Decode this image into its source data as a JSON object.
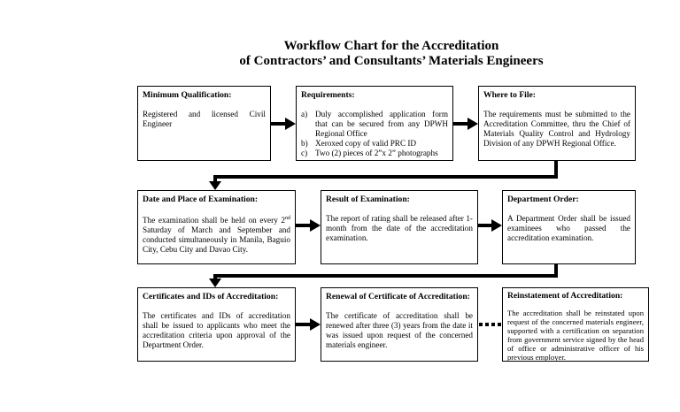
{
  "title": {
    "line1": "Workflow Chart for the Accreditation",
    "line2": "of Contractors’ and Consultants’  Materials Engineers"
  },
  "row1": {
    "min_qual": {
      "heading": "Minimum Qualification:",
      "body": "Registered and licensed Civil Engineer"
    },
    "requirements": {
      "heading": "Requirements:",
      "items": [
        {
          "letter": "a)",
          "text": "Duly accomplished application form that can be secured from any DPWH Regional Office"
        },
        {
          "letter": "b)",
          "text": "Xeroxed copy of valid PRC ID"
        },
        {
          "letter": "c)",
          "text": "Two (2) pieces of 2”x 2” photographs"
        }
      ]
    },
    "where_to_file": {
      "heading": "Where to File:",
      "body": "The requirements must be submitted to the Accreditation Committee, thru the Chief of Materials Quality Control and Hydrology Division of any DPWH Regional Office."
    }
  },
  "row2": {
    "exam": {
      "heading": "Date and Place of Examination:",
      "body_pre": "The examination shall be held on every 2",
      "body_sup": "nd",
      "body_post": " Saturday of March and September and conducted simultaneously in Manila, Baguio City, Cebu City and Davao City."
    },
    "result": {
      "heading": "Result of Examination:",
      "body": "The report of rating shall be released after 1-month from the date of the accreditation examination."
    },
    "dept_order": {
      "heading": "Department Order:",
      "body": "A Department Order shall be issued examinees who passed the accreditation examination."
    }
  },
  "row3": {
    "certificates": {
      "heading": "Certificates and IDs of Accreditation:",
      "body": "The certificates and IDs of accreditation shall be issued to applicants who meet the accreditation criteria upon approval of the Department Order."
    },
    "renewal": {
      "heading": "Renewal of Certificate of Accreditation:",
      "body": "The certificate of accreditation shall be renewed after three (3) years from the date it was issued upon request of the concerned materials engineer."
    },
    "reinstatement": {
      "heading": "Reinstatement of Accreditation:",
      "body": "The accreditation shall be reinstated upon request of the concerned materials engineer, supported with a certification on separation from government service signed by the head of office or administrative officer of his previous employer."
    }
  }
}
